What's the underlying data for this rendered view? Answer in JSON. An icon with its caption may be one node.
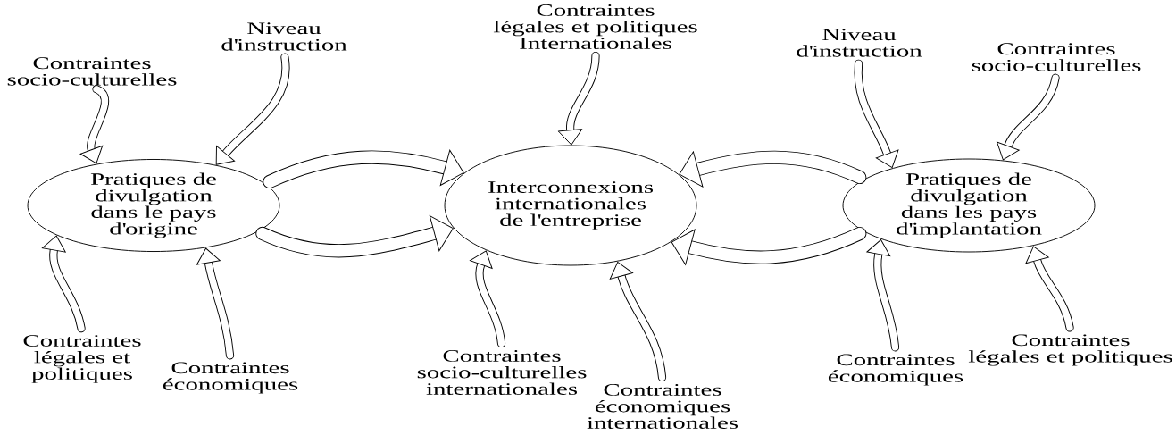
{
  "diagram": {
    "nodes": [
      {
        "text": [
          "Pratiques de divulgation dans le pays d'origine"
        ]
      },
      {
        "text": [
          "Interconnexions internationales de l'entreprise"
        ]
      },
      {
        "text": [
          "Pratiques de divulgation dans les pays d'implantation"
        ]
      },
      {
        "text": [
          "Contraintes socio-culturelles"
        ]
      },
      {
        "text": [
          "Niveau d'instruction"
        ]
      },
      {
        "text": [
          "Contraintes légales et politiques"
        ]
      },
      {
        "text": [
          "Contraintes économiques"
        ]
      },
      {
        "text": [
          "Contraintes légales et politiques Internationales"
        ]
      },
      {
        "text": [
          "Contraintes socio-culturelles internationales"
        ]
      },
      {
        "text": [
          "Contraintes économiques internationales"
        ]
      },
      {
        "text": [
          "Niveau d'instruction"
        ]
      },
      {
        "text": [
          "Contraintes socio-culturelles"
        ]
      },
      {
        "text": [
          "Contraintes économiques"
        ]
      },
      {
        "text": [
          "Contraintes légales et politiques"
        ]
      }
    ],
    "edges": [
      {
        "from": 3,
        "to": 0,
        "arrow": "to"
      },
      {
        "from": 4,
        "to": 0,
        "arrow": "to"
      },
      {
        "from": 5,
        "to": 0,
        "arrow": "to"
      },
      {
        "from": 6,
        "to": 0,
        "arrow": "to"
      },
      {
        "from": 0,
        "to": 1,
        "arrow": "to"
      },
      {
        "from": 0,
        "to": 1,
        "arrow": "to"
      },
      {
        "from": 7,
        "to": 1,
        "arrow": "to"
      },
      {
        "from": 8,
        "to": 1,
        "arrow": "to"
      },
      {
        "from": 9,
        "to": 1,
        "arrow": "to"
      },
      {
        "from": 2,
        "to": 1,
        "arrow": "to"
      },
      {
        "from": 2,
        "to": 1,
        "arrow": "to"
      },
      {
        "from": 10,
        "to": 2,
        "arrow": "to"
      },
      {
        "from": 11,
        "to": 2,
        "arrow": "to"
      },
      {
        "from": 12,
        "to": 2,
        "arrow": "to"
      },
      {
        "from": 13,
        "to": 2,
        "arrow": "to"
      }
    ]
  }
}
